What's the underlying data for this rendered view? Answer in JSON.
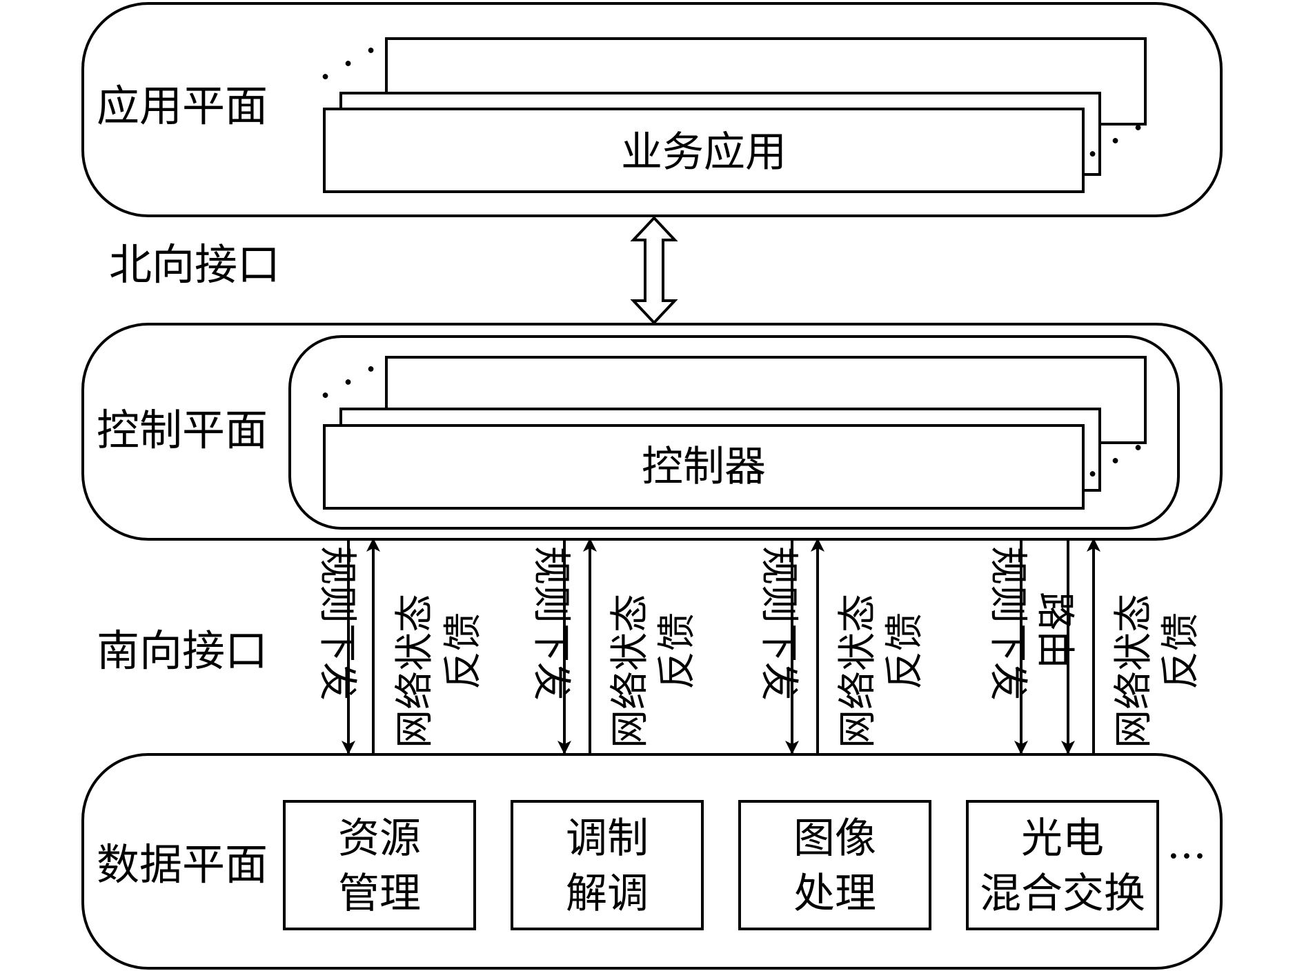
{
  "application_plane": {
    "label": "应用平面",
    "box_label": "业务应用",
    "ellipsis_top": "· · ·",
    "ellipsis_right": "· · ·"
  },
  "northbound_interface": {
    "label": "北向接口"
  },
  "control_plane": {
    "label": "控制平面",
    "box_label": "控制器",
    "ellipsis_top": "· · ·",
    "ellipsis_right": "· · ·"
  },
  "southbound_interface": {
    "label": "南向接口",
    "channels": [
      {
        "down_label": "规则下发",
        "up_label": "网络状态反馈",
        "up_label_lines": [
          "网络状态",
          "反馈"
        ]
      },
      {
        "down_label": "规则下发",
        "up_label": "网络状态反馈",
        "up_label_lines": [
          "网络状态",
          "反馈"
        ]
      },
      {
        "down_label": "规则下发",
        "up_label": "网络状态反馈",
        "up_label_lines": [
          "网络状态",
          "反馈"
        ]
      },
      {
        "down_label": "规则下发",
        "route_label": "路由",
        "up_label": "网络状态反馈",
        "up_label_lines": [
          "网络状态",
          "反馈"
        ]
      }
    ]
  },
  "data_plane": {
    "label": "数据平面",
    "modules": [
      {
        "lines": [
          "资源",
          "管理"
        ]
      },
      {
        "lines": [
          "调制",
          "解调"
        ]
      },
      {
        "lines": [
          "图像",
          "处理"
        ]
      },
      {
        "lines": [
          "光电",
          "混合交换"
        ]
      }
    ],
    "more": "···"
  }
}
